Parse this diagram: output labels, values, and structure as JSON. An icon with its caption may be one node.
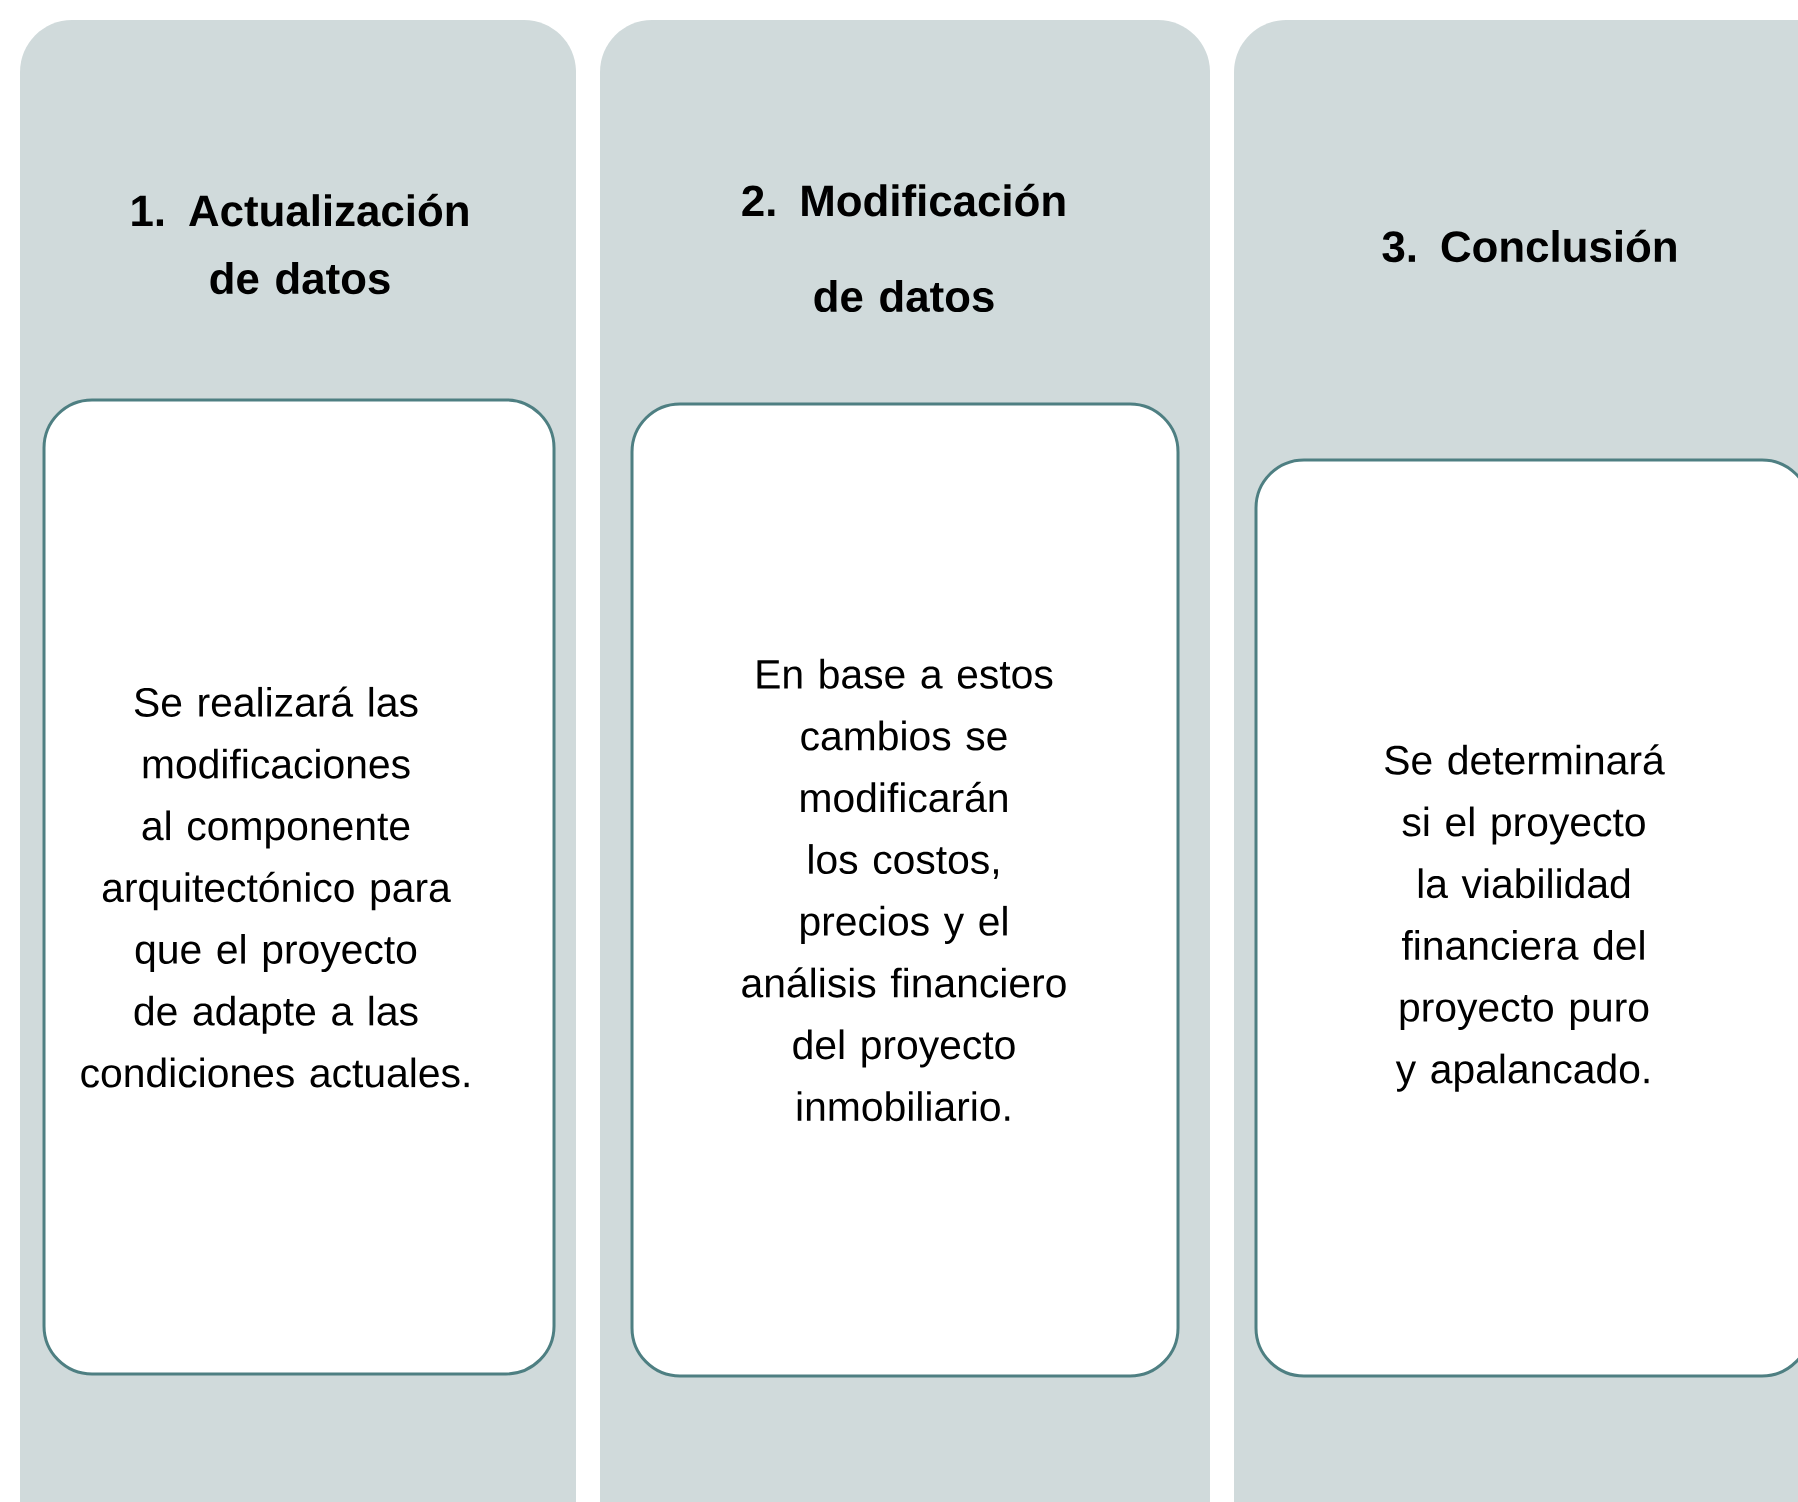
{
  "diagram": {
    "nodes": [
      {
        "text": [
          "1. Actualización de datos"
        ]
      },
      {
        "text": [
          "Se realizará las modificaciones al componente arquitectónico para que el proyecto de adapte a las condiciones actuales."
        ],
        "in": 0
      },
      {
        "text": [
          "2. Modificación de datos"
        ]
      },
      {
        "text": [
          "En base a estos cambios se modificarán los costos, precios y el análisis financiero del proyecto inmobiliario."
        ],
        "in": 2
      },
      {
        "text": [
          "3. Conclusión"
        ]
      },
      {
        "text": [
          "Se determinará si el proyecto la viabilidad financiera del proyecto puro y apalancado."
        ],
        "in": 4
      }
    ]
  }
}
